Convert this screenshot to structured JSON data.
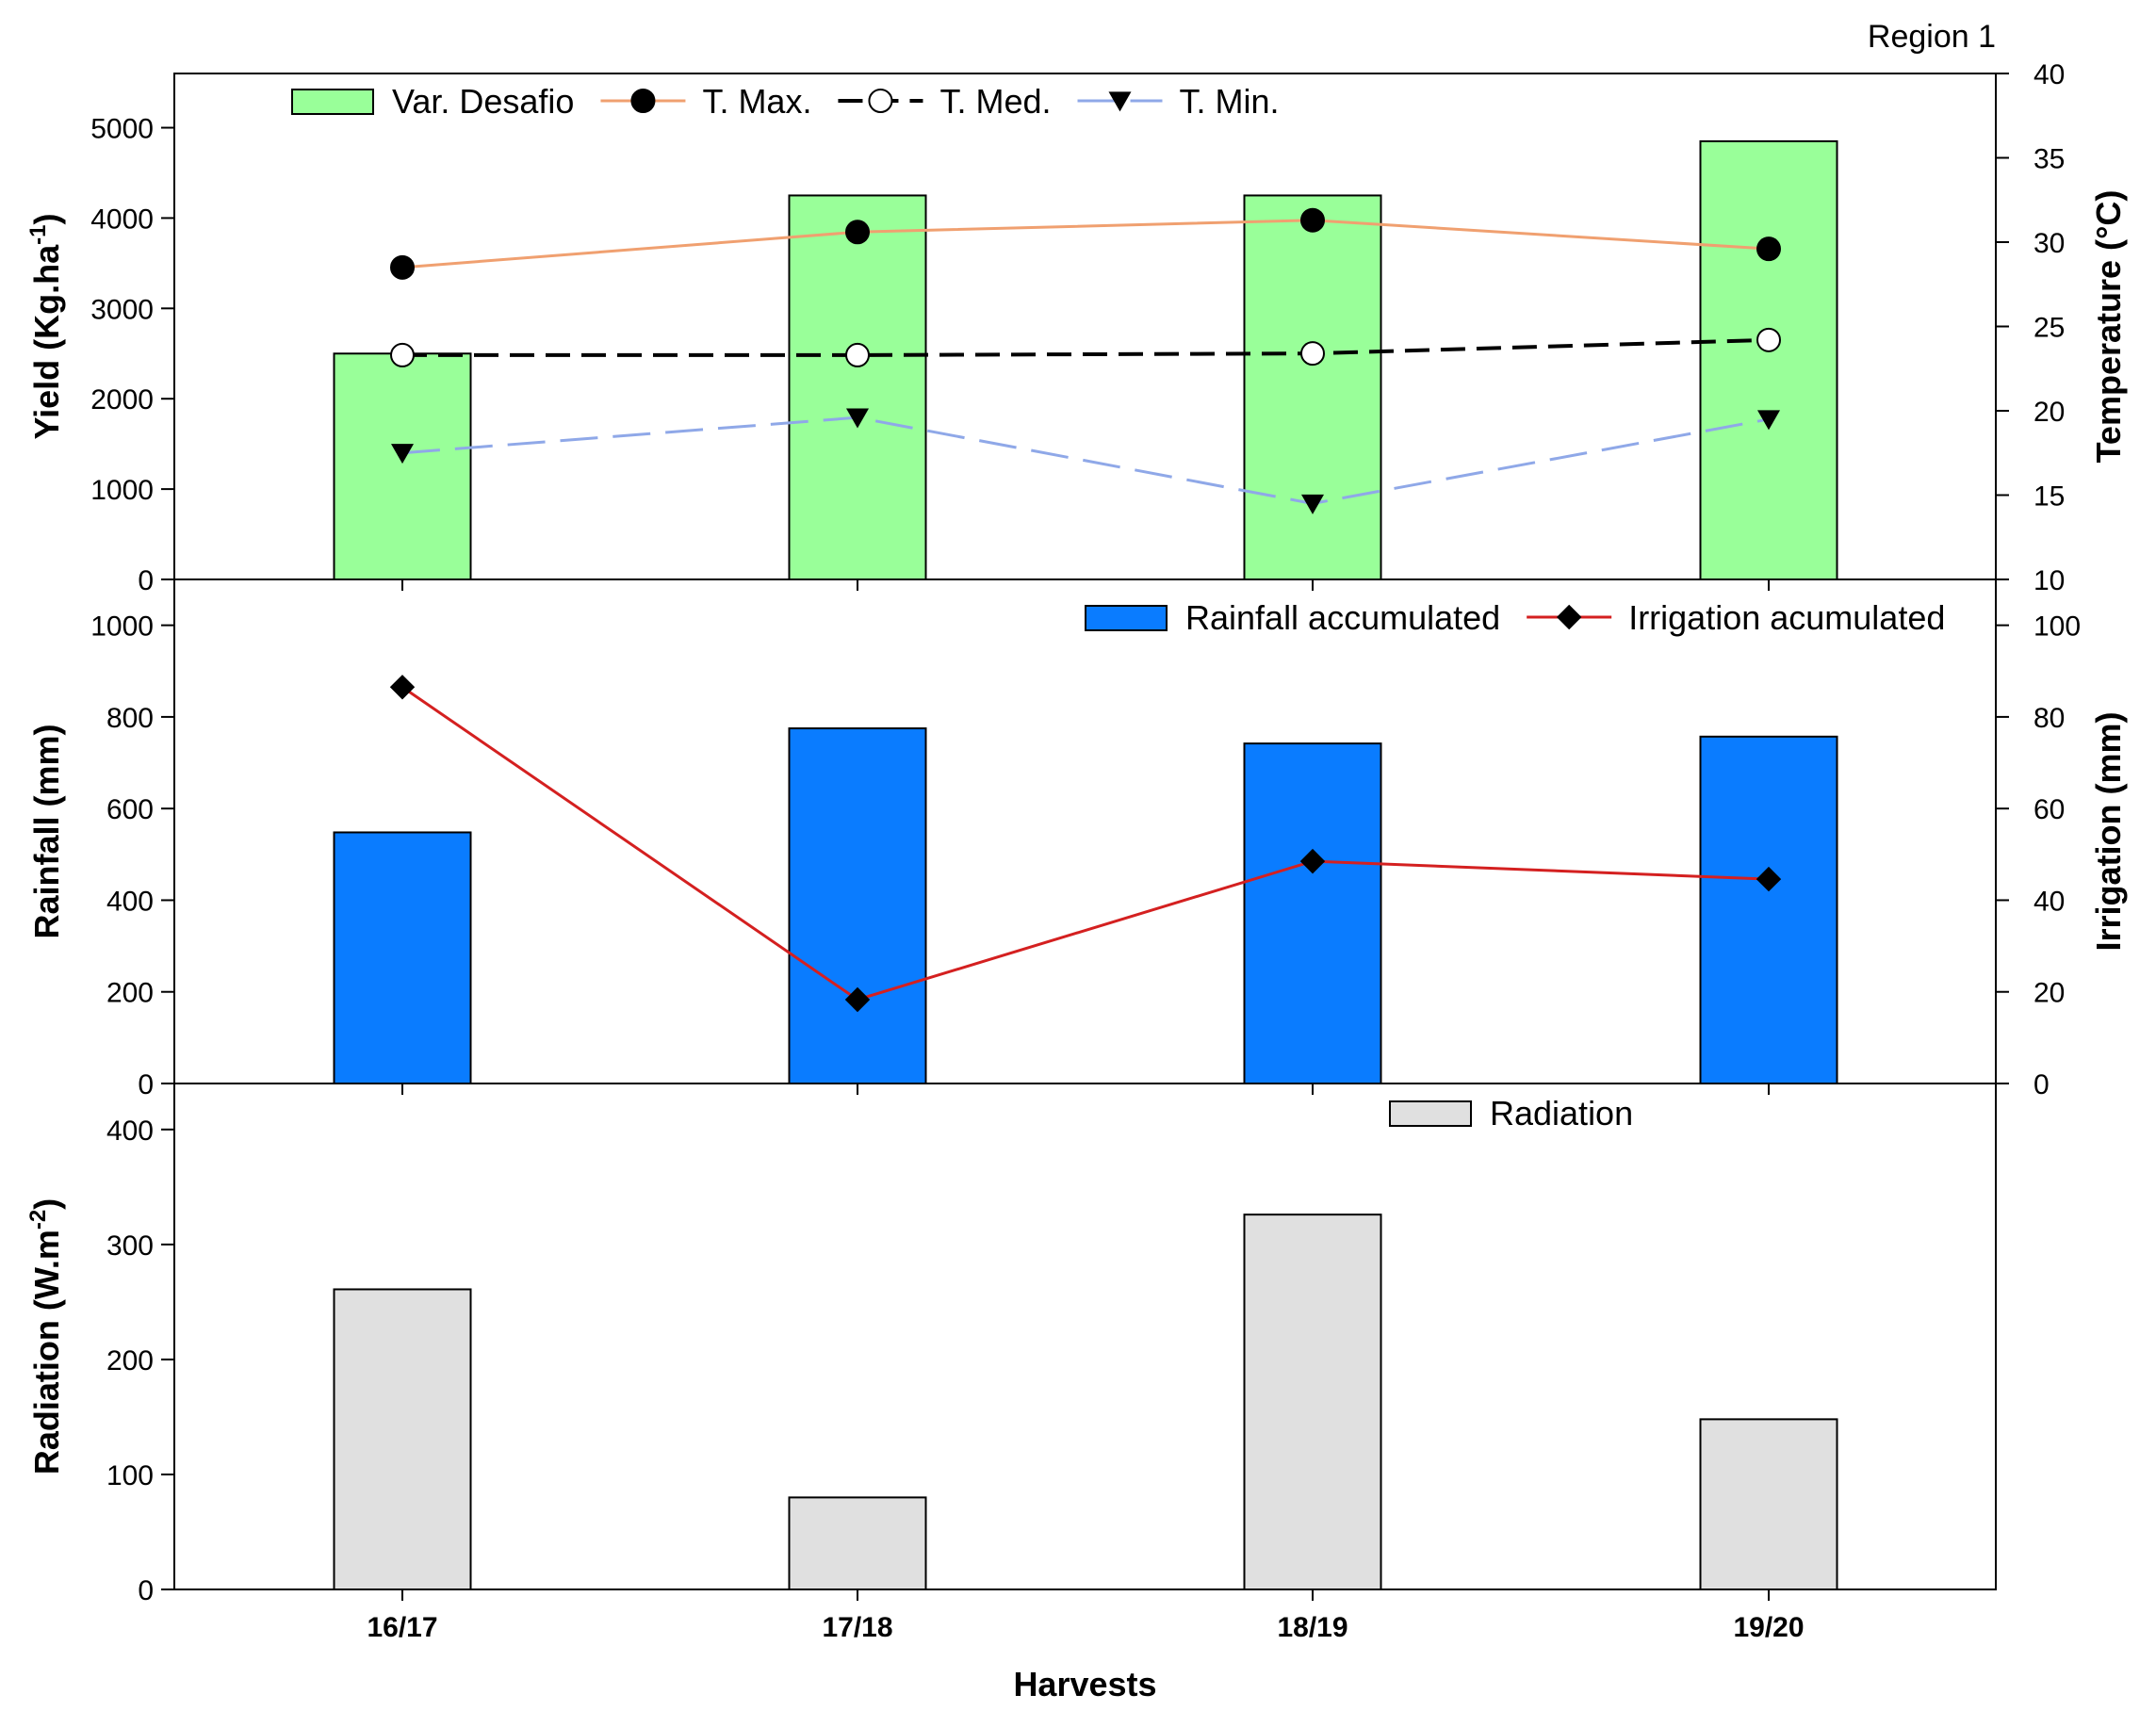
{
  "region_label": "Region 1",
  "chart_data": [
    {
      "type": "bar",
      "categories": [
        "16/17",
        "17/18",
        "18/19",
        "19/20"
      ],
      "ylabel": "Yield (Kg.ha-1)",
      "ylabel_main": "Yield (Kg.ha",
      "ylabel_sup": "-1",
      "ylabel_close": ")",
      "ylim": [
        0,
        5600
      ],
      "yticks": [
        0,
        1000,
        2000,
        3000,
        4000,
        5000
      ],
      "y2label": "Temperature (°C)",
      "y2lim": [
        10,
        40
      ],
      "y2ticks": [
        10,
        15,
        20,
        25,
        30,
        35,
        40
      ],
      "legend_position": "top",
      "bar_series": {
        "name": "Var. Desafio",
        "values": [
          2500,
          4250,
          4250,
          4850
        ],
        "color": "#99ff99"
      },
      "line_series": [
        {
          "name": "T. Max.",
          "values": [
            28.5,
            30.6,
            31.3,
            29.6
          ],
          "color": "#f0a070",
          "marker": "filled-circle",
          "dash": "solid"
        },
        {
          "name": "T. Med.",
          "values": [
            23.3,
            23.3,
            23.4,
            24.2
          ],
          "color": "#000000",
          "marker": "open-circle",
          "dash": "dashed"
        },
        {
          "name": "T. Min.",
          "values": [
            17.5,
            19.6,
            14.5,
            19.5
          ],
          "color": "#8fa8e8",
          "marker": "down-triangle",
          "dash": "dashed"
        }
      ]
    },
    {
      "type": "bar",
      "categories": [
        "16/17",
        "17/18",
        "18/19",
        "19/20"
      ],
      "ylabel": "Rainfall (mm)",
      "ylim": [
        0,
        1100
      ],
      "yticks": [
        0,
        200,
        400,
        600,
        800,
        1000
      ],
      "y2label": "Irrigation (mm)",
      "y2lim": [
        0,
        110
      ],
      "y2ticks": [
        0,
        20,
        40,
        60,
        80,
        100
      ],
      "legend_position": "top-right",
      "bar_series": {
        "name": "Rainfall accumulated",
        "values": [
          548,
          775,
          742,
          757
        ],
        "color": "#0a7cff"
      },
      "line_series": [
        {
          "name": "Irrigation acumulated",
          "values": [
            86.5,
            18.3,
            48.5,
            44.6
          ],
          "color": "#d42020",
          "marker": "diamond",
          "dash": "solid"
        }
      ]
    },
    {
      "type": "bar",
      "categories": [
        "16/17",
        "17/18",
        "18/19",
        "19/20"
      ],
      "xlabel": "Harvests",
      "ylabel": "Radiation (W.m-2)",
      "ylabel_main": "Radiation (W.m",
      "ylabel_sup": "-2",
      "ylabel_close": ")",
      "ylim": [
        0,
        440
      ],
      "yticks": [
        0,
        100,
        200,
        300,
        400
      ],
      "legend_position": "top",
      "bar_series": {
        "name": "Radiation",
        "values": [
          261,
          80,
          326,
          148
        ],
        "color": "#e0e0e0"
      }
    }
  ]
}
